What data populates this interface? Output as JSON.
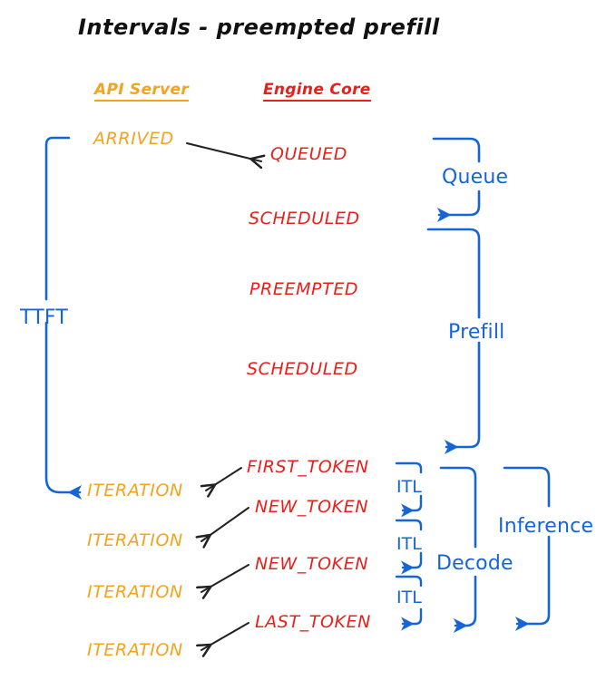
{
  "title": "Intervals - preempted prefill",
  "colors": {
    "orange": "#F5A31E",
    "red": "#E8201C",
    "blue": "#1565D8",
    "black": "#222222",
    "background": "#FFFFFF"
  },
  "columns": {
    "api_server": "API Server",
    "engine_core": "Engine Core"
  },
  "api_events": [
    {
      "label": "ARRIVED"
    },
    {
      "label": "ITERATION"
    },
    {
      "label": "ITERATION"
    },
    {
      "label": "ITERATION"
    },
    {
      "label": "ITERATION"
    }
  ],
  "engine_events": [
    {
      "label": "QUEUED"
    },
    {
      "label": "SCHEDULED"
    },
    {
      "label": "PREEMPTED"
    },
    {
      "label": "SCHEDULED"
    },
    {
      "label": "FIRST_TOKEN"
    },
    {
      "label": "NEW_TOKEN"
    },
    {
      "label": "NEW_TOKEN"
    },
    {
      "label": "LAST_TOKEN"
    }
  ],
  "intervals": {
    "ttft": "TTFT",
    "queue": "Queue",
    "prefill": "Prefill",
    "decode": "Decode",
    "inference": "Inference",
    "itl_1": "ITL",
    "itl_2": "ITL",
    "itl_3": "ITL"
  }
}
